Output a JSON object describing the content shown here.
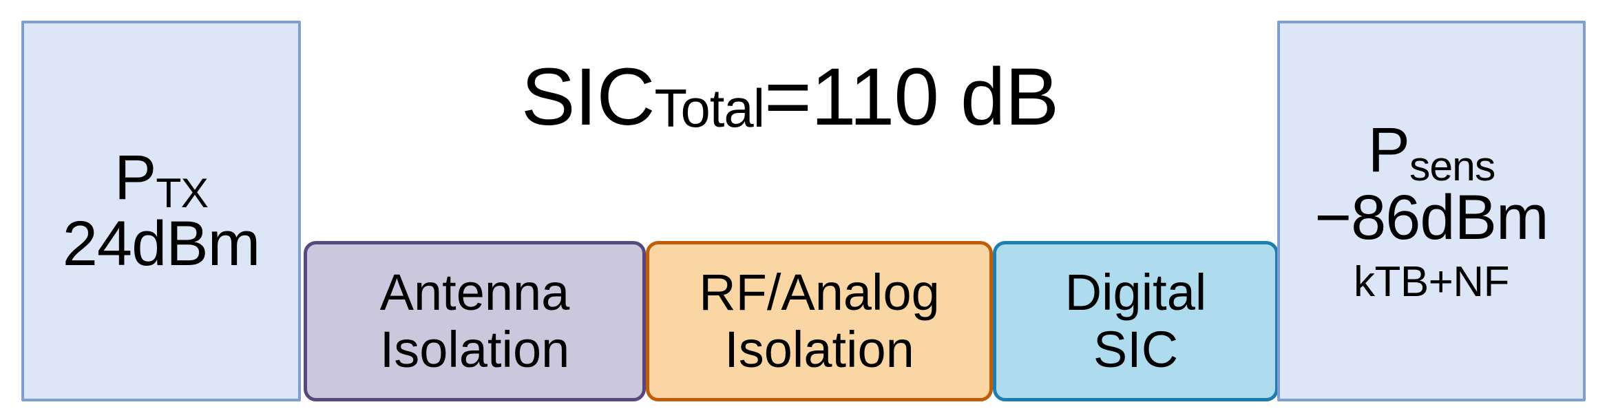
{
  "diagram": {
    "title_equation": {
      "base": "SIC",
      "subscript": "Total",
      "rest": "=110 dB",
      "value": 110,
      "unit": "dB"
    },
    "tx_block": {
      "symbol_base": "P",
      "symbol_subscript": "TX",
      "power": "24dBm"
    },
    "rx_block": {
      "symbol_base": "P",
      "symbol_subscript": "sens",
      "power": "−86dBm",
      "noise_note": "kTB+NF"
    },
    "stages": [
      {
        "id": "antenna-isolation",
        "line1": "Antenna",
        "line2": "Isolation",
        "fill": "#cbc8de",
        "stroke": "#57487e"
      },
      {
        "id": "rf-analog-isolation",
        "line1": "RF/Analog",
        "line2": "Isolation",
        "fill": "#fad6a5",
        "stroke": "#c15c08"
      },
      {
        "id": "digital-sic",
        "line1": "Digital",
        "line2": "SIC",
        "fill": "#aedcee",
        "stroke": "#1c7fad"
      }
    ],
    "colors": {
      "endbox_fill": "#dce6f6",
      "endbox_stroke": "#7e9fd0",
      "background": "#ffffff",
      "text": "#000000"
    }
  }
}
